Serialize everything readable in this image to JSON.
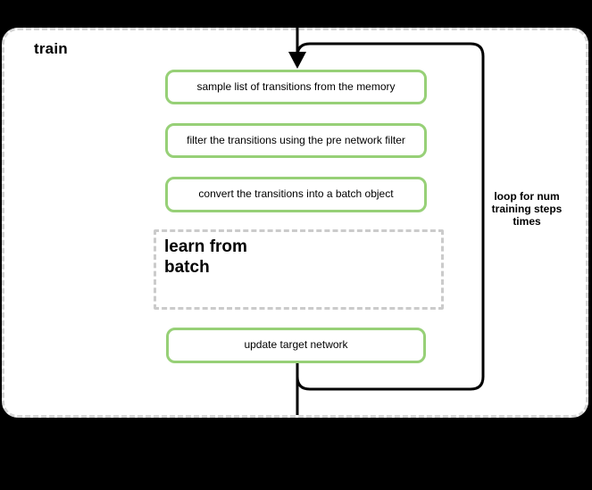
{
  "diagram": {
    "title": "train",
    "steps": [
      {
        "label": "sample list of transitions from the memory"
      },
      {
        "label": "filter the transitions using the pre network filter"
      },
      {
        "label": "convert the transitions into a batch object"
      }
    ],
    "learn_label": "learn from\nbatch",
    "update_label": "update target network",
    "loop_label": "loop for num\ntraining steps\ntimes",
    "colors": {
      "background": "#000000",
      "canvas_fill": "#ffffff",
      "canvas_border": "#d6d6d6",
      "step_border": "#97d077",
      "learn_border": "#cbcbcb",
      "connector": "#000000",
      "text": "#000000"
    }
  }
}
